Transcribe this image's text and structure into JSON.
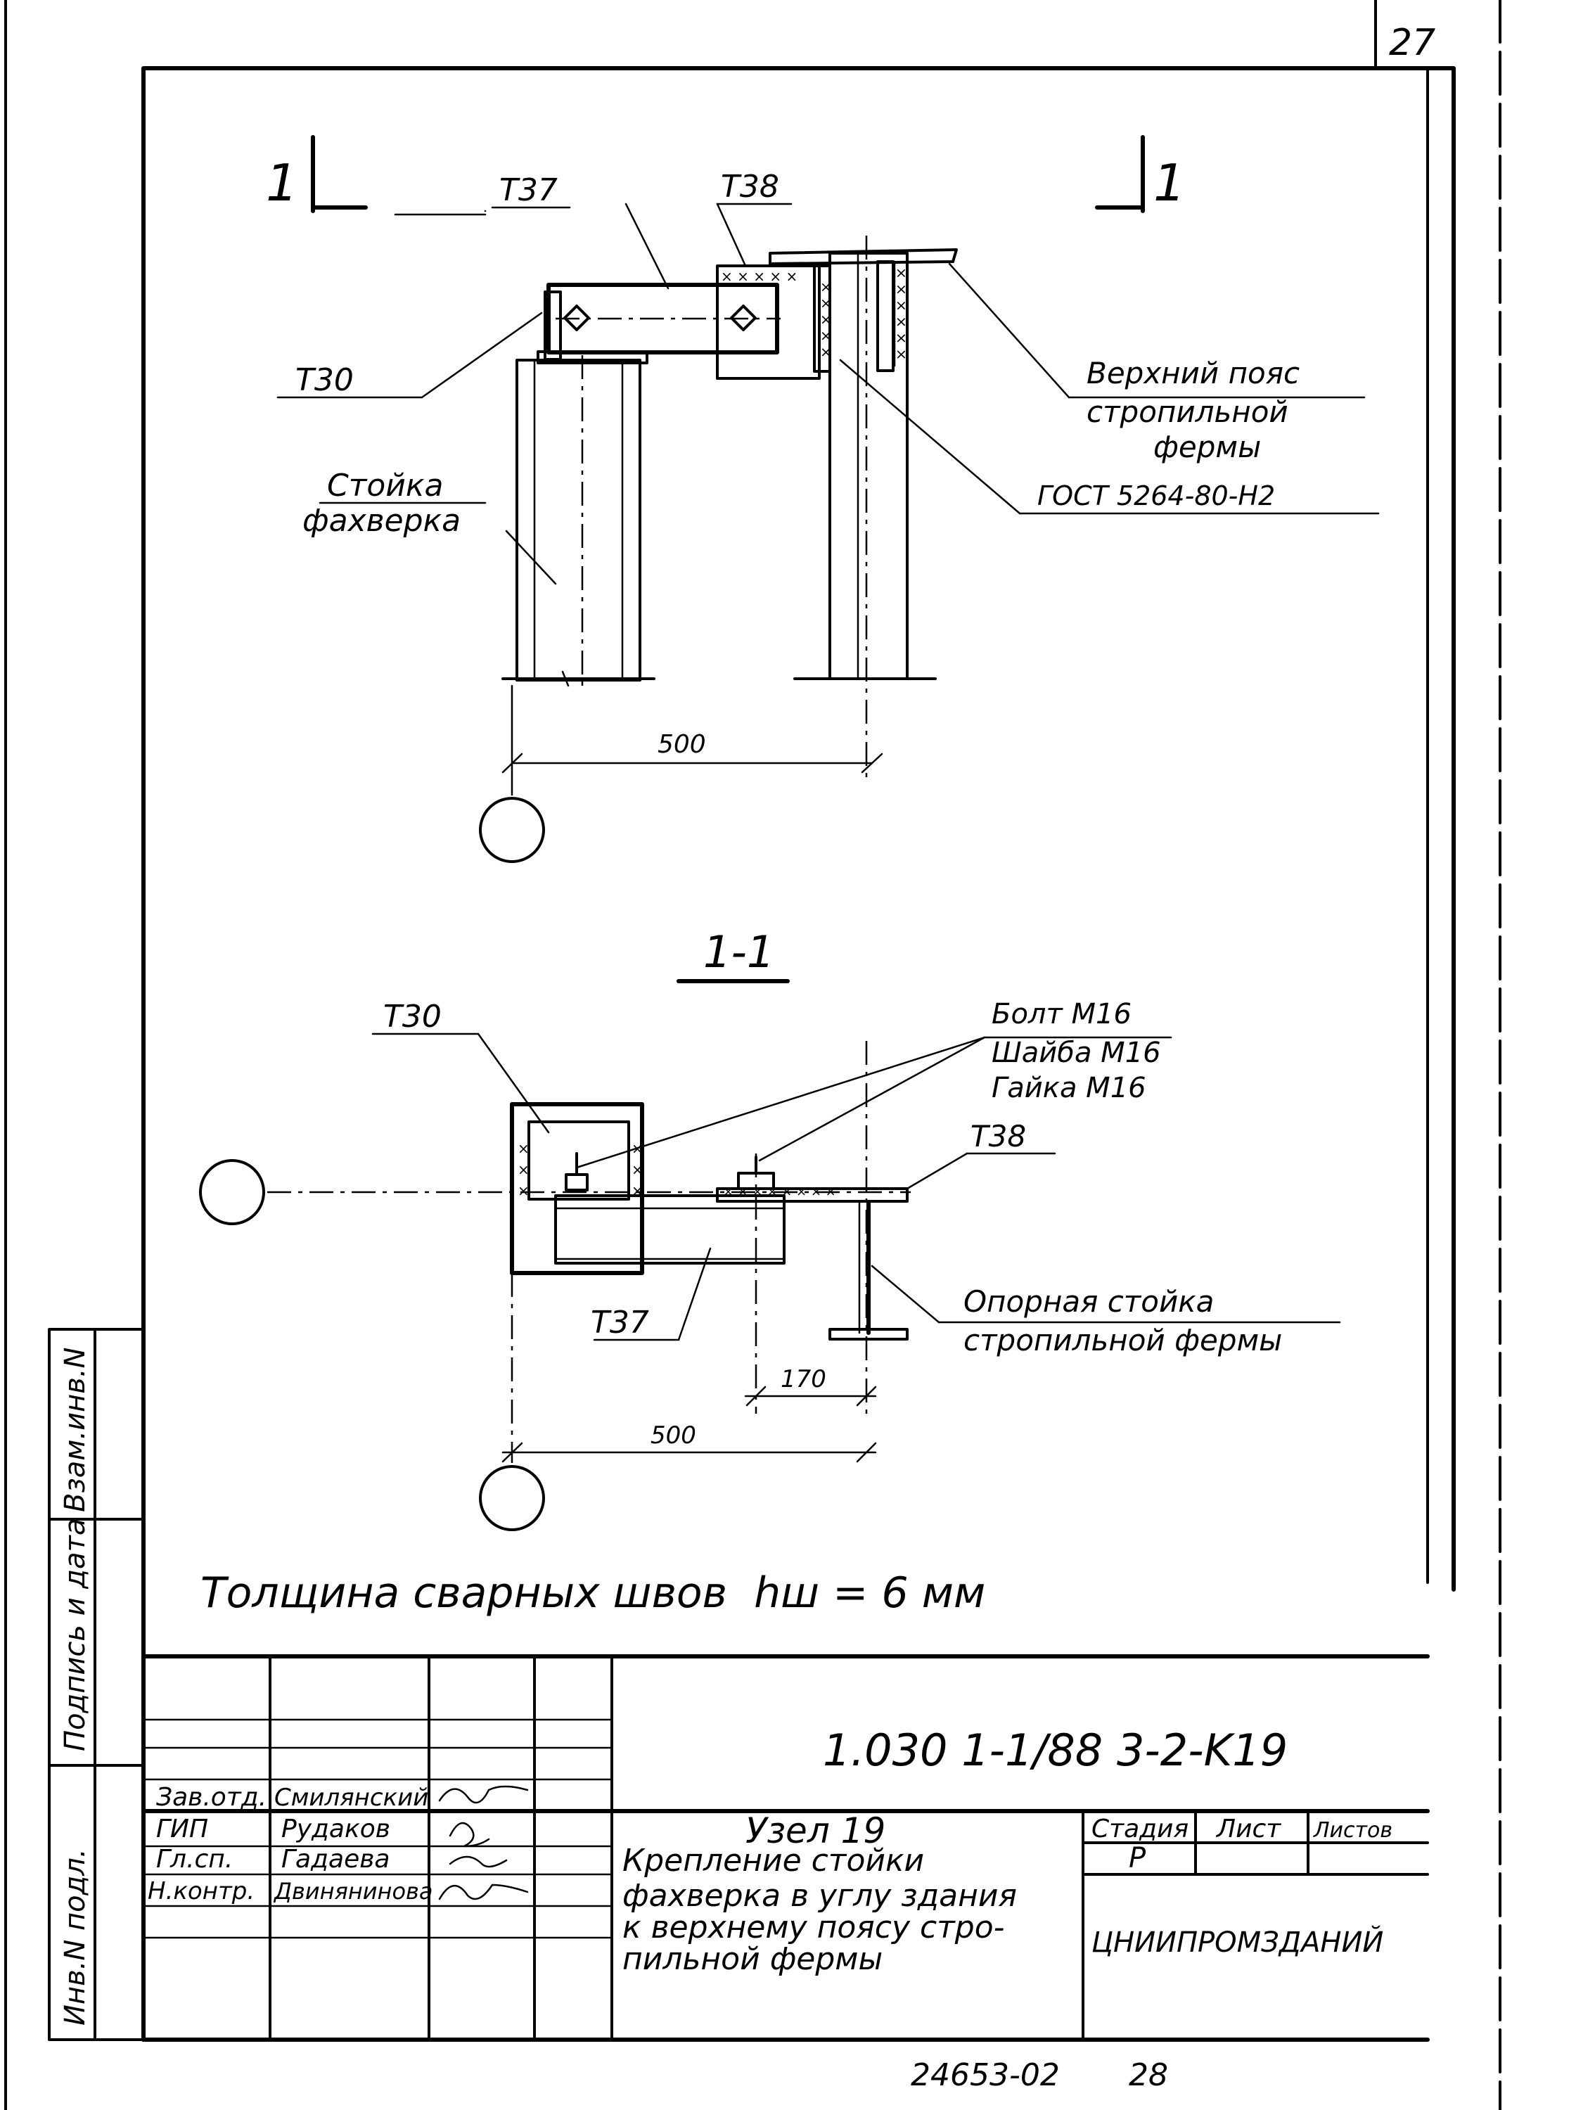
{
  "sheet": {
    "page_number": "27",
    "document_code": "1.030 1-1/88 3-2-K19",
    "inventory_number": "24653-02",
    "format_number": "28"
  },
  "view_elevation": {
    "section_mark_left": "1",
    "section_mark_right": "1",
    "label_t37": "Т37",
    "label_t38": "Т38",
    "label_t30": "Т30",
    "label_top_chord": [
      "Верхний пояс",
      "стропильной",
      "фермы"
    ],
    "label_post": [
      "Стойка",
      "фахверка"
    ],
    "label_weld_standard": "ГОСТ 5264-80-Н2",
    "dim_500": "500"
  },
  "view_section": {
    "title": "1-1",
    "label_t30": "Т30",
    "label_t37": "Т37",
    "label_t38": "Т38",
    "label_fasteners": [
      "Болт М16",
      "Шайба М16",
      "Гайка М16"
    ],
    "label_support_post": [
      "Опорная стойка",
      "стропильной фермы"
    ],
    "dim_170": "170",
    "dim_500": "500"
  },
  "weld_note": "Толщина сварных швов  hш = 6 мм",
  "left_strip": {
    "cell_1": "Взам.инв.N",
    "cell_2": "Подпись и дата",
    "cell_3": "Инв.N подл."
  },
  "title_block": {
    "roles": [
      "Зав.отд.",
      "ГИП",
      "Гл.сп.",
      "Н.контр."
    ],
    "names": [
      "Смилянский",
      "Рудаков",
      "Гадаева",
      "Двинянинова"
    ],
    "node_title": "Узел 19",
    "description": [
      "Крепление стойки",
      "фахверка в углу здания",
      "к верхнему поясу стро-",
      "пильной фермы"
    ],
    "stage_header": "Стадия",
    "sheet_header": "Лист",
    "sheets_header": "Листов",
    "stage_value": "Р",
    "organization": "ЦНИИПРОМЗДАНИЙ"
  }
}
